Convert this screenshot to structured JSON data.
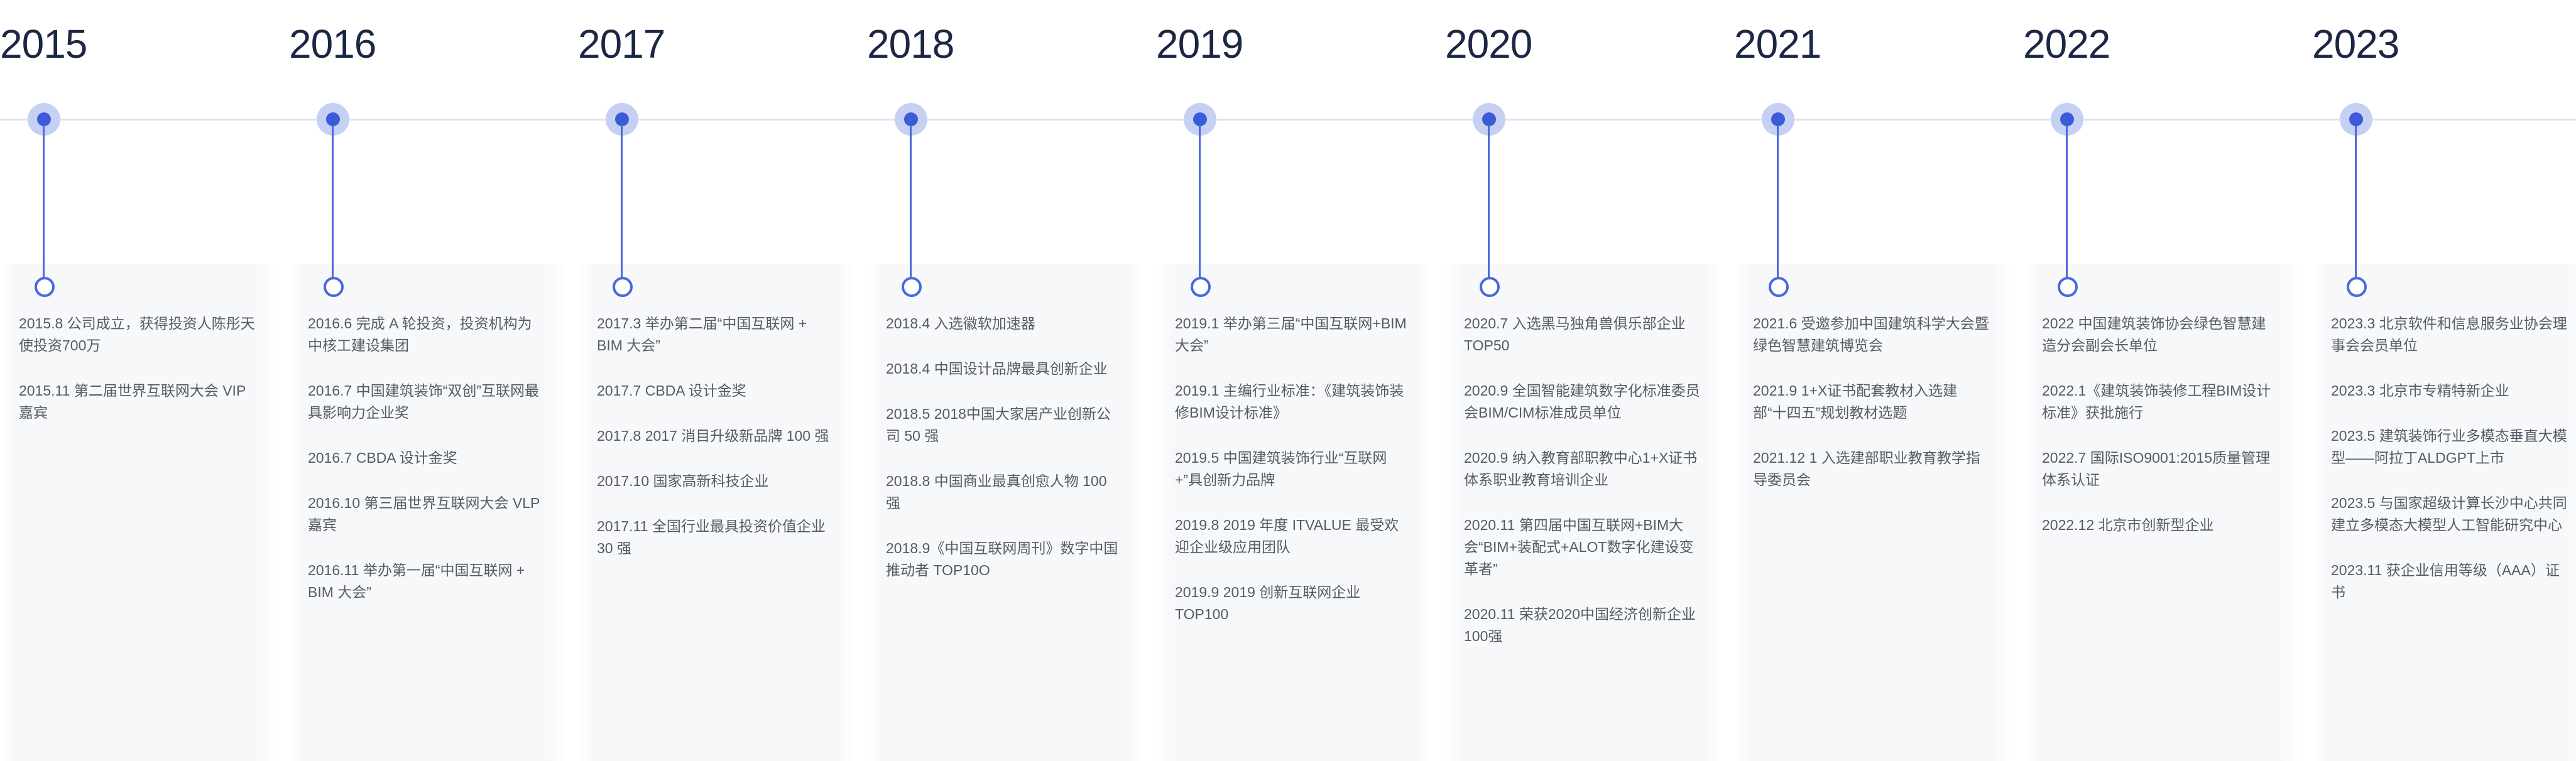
{
  "timeline": [
    {
      "year": "2015",
      "events": [
        "2015.8 公司成立，获得投资人陈彤天使投资700万",
        "2015.11 第二届世界互联网大会 VIP嘉宾"
      ]
    },
    {
      "year": "2016",
      "events": [
        "2016.6 完成 A 轮投资，投资机构为中核工建设集团",
        "2016.7 中国建筑装饰“双创”互联网最具影响力企业奖",
        "2016.7 CBDA 设计金奖",
        "2016.10 第三届世界互联网大会 VLP 嘉宾",
        "2016.11 举办第一届“中国互联网 + BIM 大会”"
      ]
    },
    {
      "year": "2017",
      "events": [
        "2017.3 举办第二届“中国互联网 + BIM 大会”",
        "2017.7 CBDA 设计金奖",
        "2017.8 2017 消目升级新品牌 100 强",
        "2017.10 国家高新科技企业",
        "2017.11 全国行业最具投资价值企业 30 强"
      ]
    },
    {
      "year": "2018",
      "events": [
        "2018.4 入选徽软加速器",
        "2018.4 中国设计品牌最具创新企业",
        "2018.5 2018中国大家居产业创新公司 50 强",
        "2018.8 中国商业最真创愈人物 100 强",
        "2018.9《中国互联网周刊》数字中国推动者 TOP10O"
      ]
    },
    {
      "year": "2019",
      "events": [
        "2019.1 举办第三届“中国互联网+BIM大会”",
        "2019.1 主编行业标准：《建筑装饰装修BIM设计标准》",
        "2019.5 中国建筑装饰行业“互联网+”具创新力品牌",
        "2019.8 2019 年度 ITVALUE 最受欢迎企业级应用团队",
        "2019.9 2019 创新互联网企业 TOP100"
      ]
    },
    {
      "year": "2020",
      "events": [
        "2020.7 入选黑马独角兽俱乐部企业TOP50",
        "2020.9 全国智能建筑数字化标准委员会BIM/CIM标准成员单位",
        "2020.9 纳入教育部职教中心1+X证书体系职业教育培训企业",
        "2020.11 第四届中国互联网+BIM大会“BIM+装配式+ALOT数字化建设变革者”",
        "2020.11 荣获2020中国经济创新企业100强"
      ]
    },
    {
      "year": "2021",
      "events": [
        "2021.6 受邀参加中国建筑科学大会暨绿色智慧建筑博览会",
        "2021.9 1+X证书配套教材入选建部“十四五”规划教材选题",
        "2021.12 1 入选建部职业教育教学指导委员会"
      ]
    },
    {
      "year": "2022",
      "events": [
        "2022 中国建筑装饰协会绿色智慧建造分会副会长单位",
        "2022.1《建筑装饰装修工程BIM设计标准》获批施行",
        "2022.7 国际ISO9001:2015质量管理体系认证",
        "2022.12 北京市创新型企业"
      ]
    },
    {
      "year": "2023",
      "events": [
        "2023.3 北京软件和信息服务业协会理事会会员单位",
        "2023.3 北京市专精特新企业",
        "2023.5 建筑装饰行业多模态垂直大模型——阿拉丁ALDGPT上市",
        "2023.5 与国家超级计算长沙中心共同建立多模态大模型人工智能研究中心",
        "2023.11 获企业信用等级（AAA）证书"
      ]
    }
  ],
  "colors": {
    "year_text": "#1c2743",
    "accent": "#3b5bd9",
    "accent_halo": "#c5d0f3",
    "event_text": "#555b66",
    "axis": "#dfe2ea"
  }
}
